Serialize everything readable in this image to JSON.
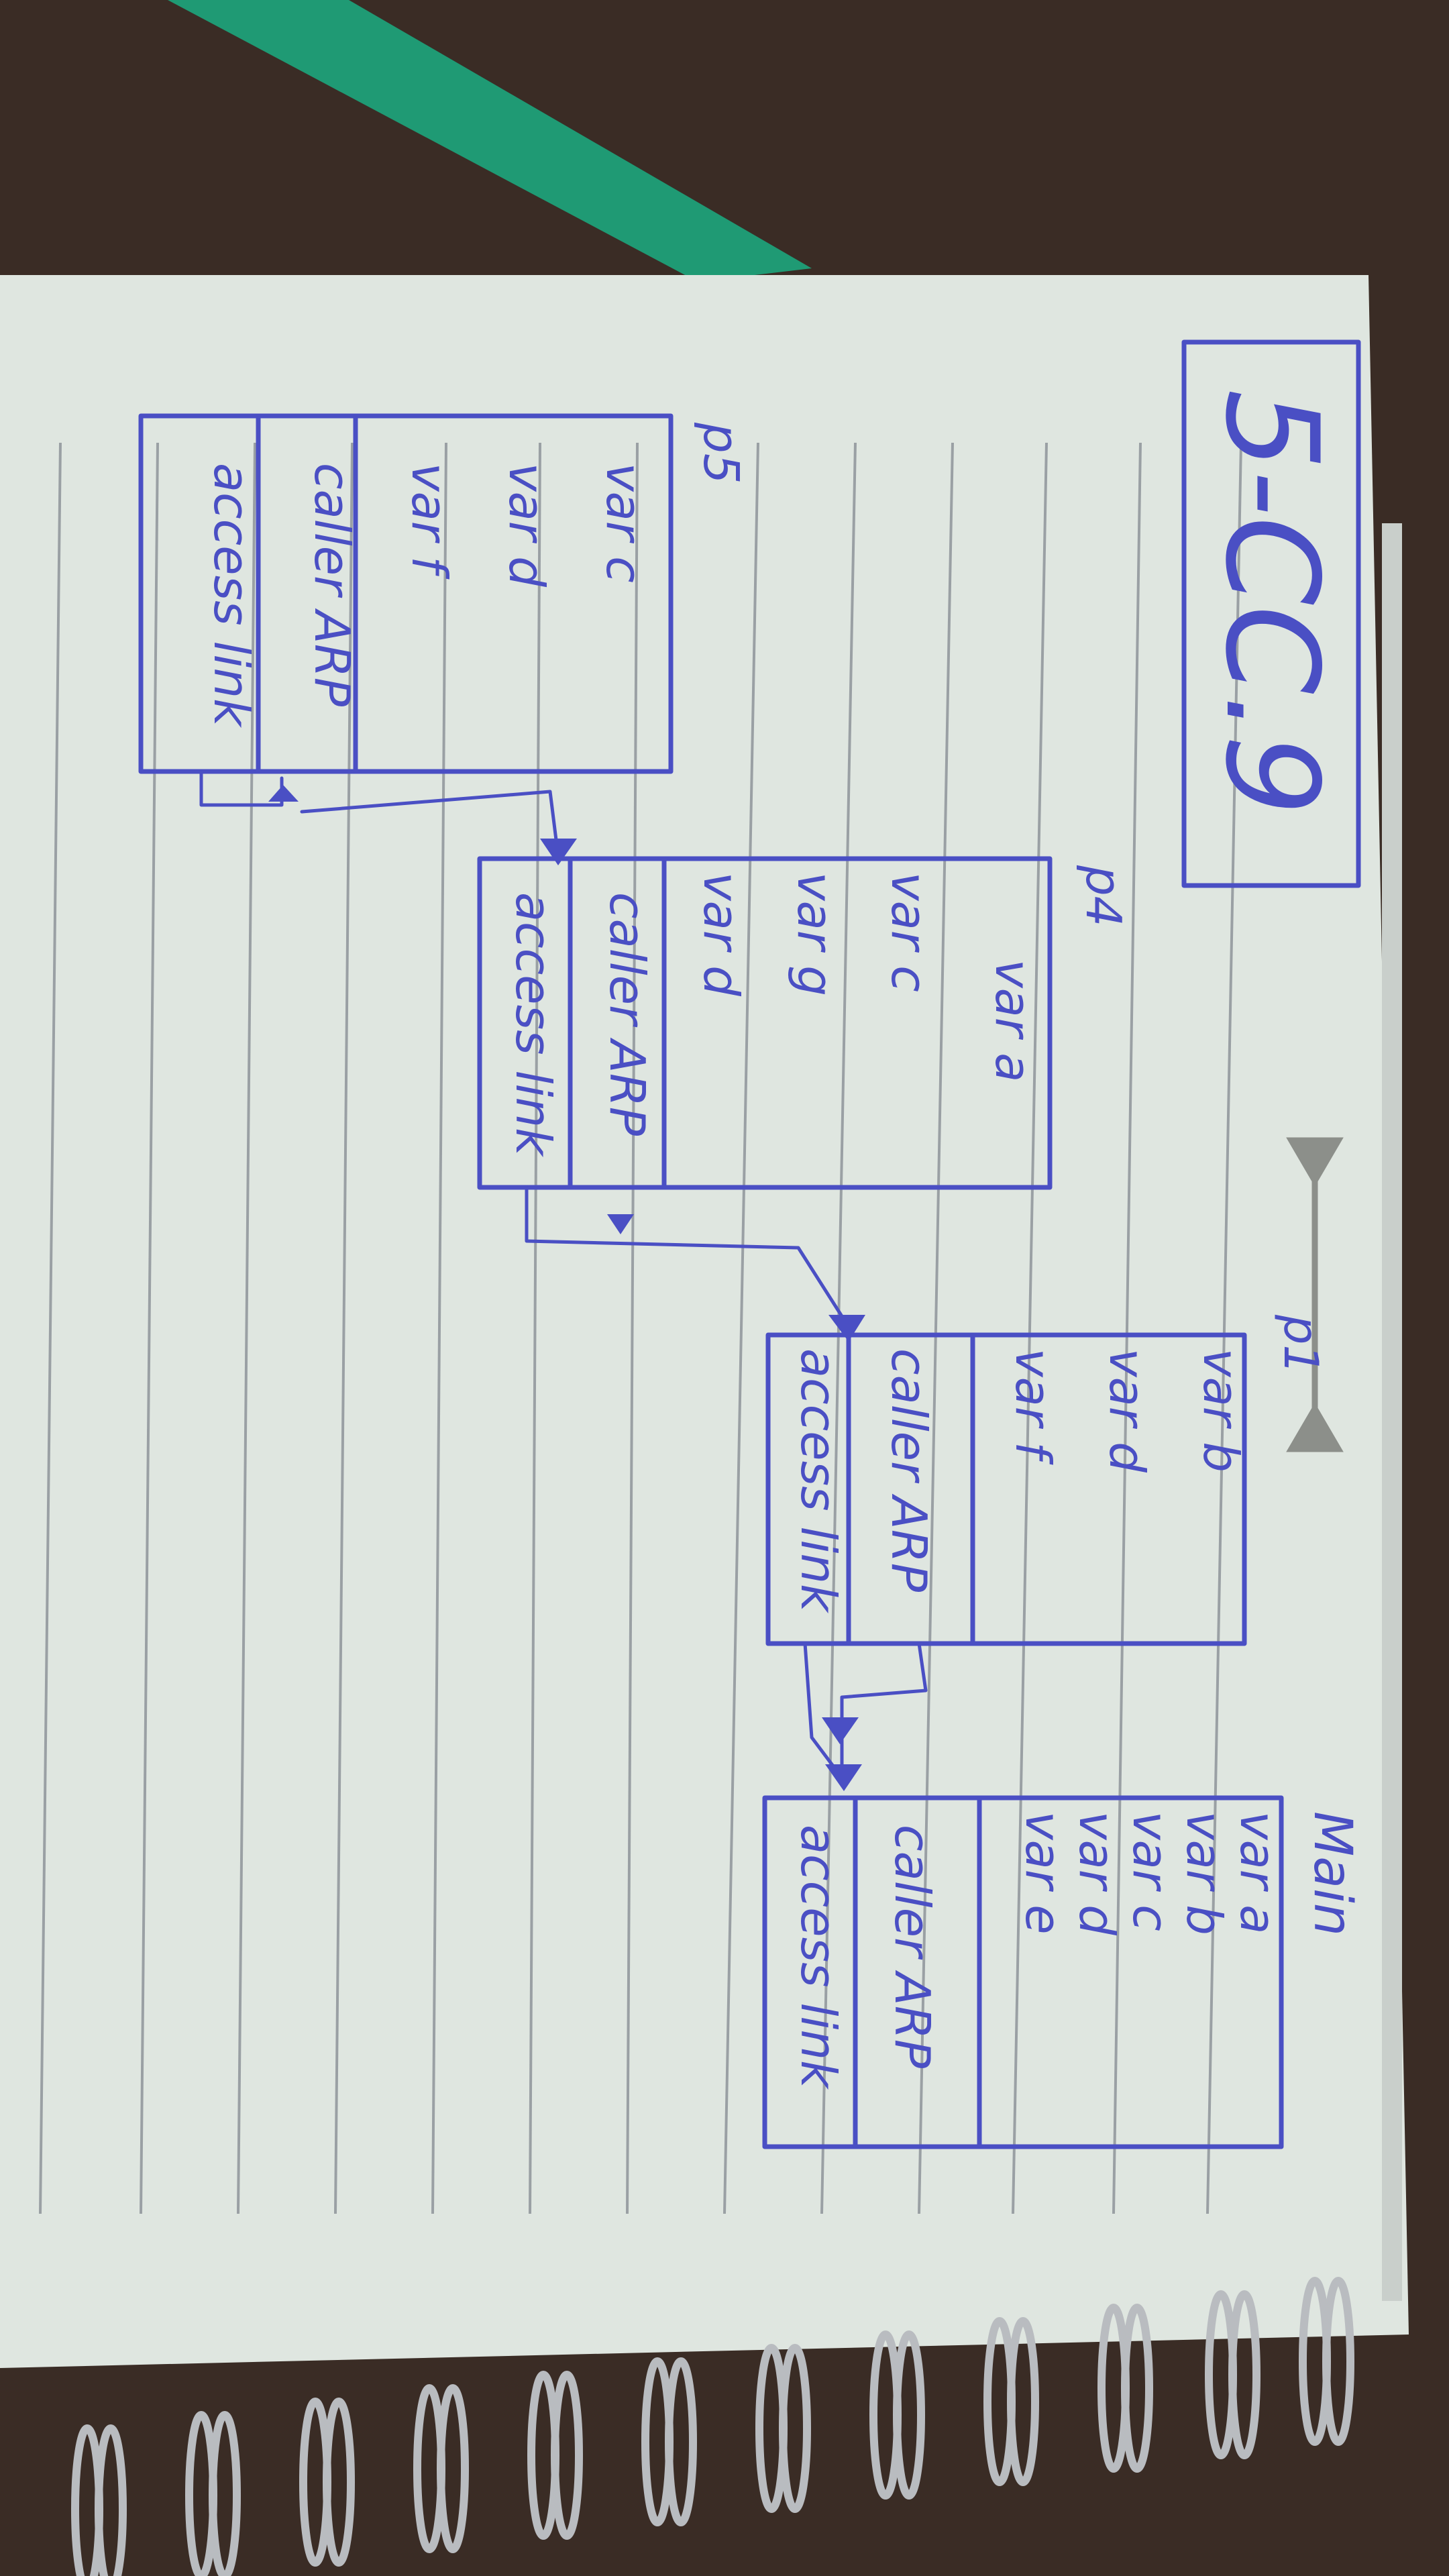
{
  "title": "5-CC.9",
  "frames": {
    "main": {
      "name": "Main",
      "vars": [
        "var a",
        "var b",
        "var c",
        "var d",
        "var e"
      ],
      "caller": "caller ARP",
      "access": "access link"
    },
    "p1": {
      "name": "p1",
      "vars": [
        "var b",
        "var d",
        "var f"
      ],
      "caller": "caller ARP",
      "access": "access link"
    },
    "p4": {
      "name": "p4",
      "vars": [
        "var a",
        "var c",
        "var g",
        "var d"
      ],
      "caller": "caller ARP",
      "access": "access link"
    },
    "p5": {
      "name": "p5",
      "vars": [
        "var c",
        "var d",
        "var f"
      ],
      "caller": "caller ARP",
      "access": "access link"
    }
  },
  "colors": {
    "ink": "#4a4fc4",
    "paper": "#dfe6e0",
    "background": "#3a2c25",
    "bookmark": "#1f9a74"
  }
}
